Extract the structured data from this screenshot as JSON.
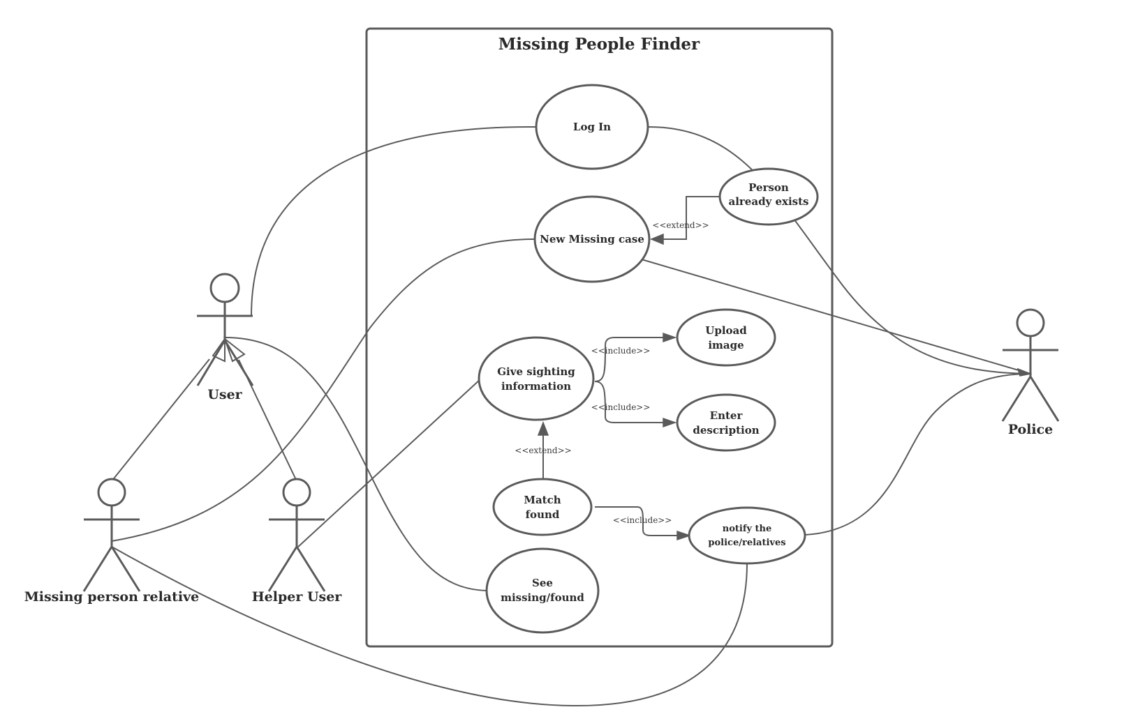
{
  "system": {
    "title": "Missing People Finder"
  },
  "actors": {
    "user": "User",
    "relative": "Missing person relative",
    "helper": "Helper User",
    "police": "Police"
  },
  "use_cases": {
    "login": "Log In",
    "new_case": "New Missing case",
    "person_exists_1": "Person",
    "person_exists_2": "already exists",
    "sighting_1": "Give sighting",
    "sighting_2": "information",
    "upload_1": "Upload",
    "upload_2": "image",
    "enter_1": "Enter",
    "enter_2": "description",
    "match_1": "Match",
    "match_2": "found",
    "notify_1": "notify the",
    "notify_2": "police/relatives",
    "see_1": "See",
    "see_2": "missing/found"
  },
  "stereotypes": {
    "extend_person": "<<extend>>",
    "include_upload": "<<include>>",
    "include_enter": "<<include>>",
    "extend_match": "<<extend>>",
    "include_notify": "<<include>>"
  }
}
